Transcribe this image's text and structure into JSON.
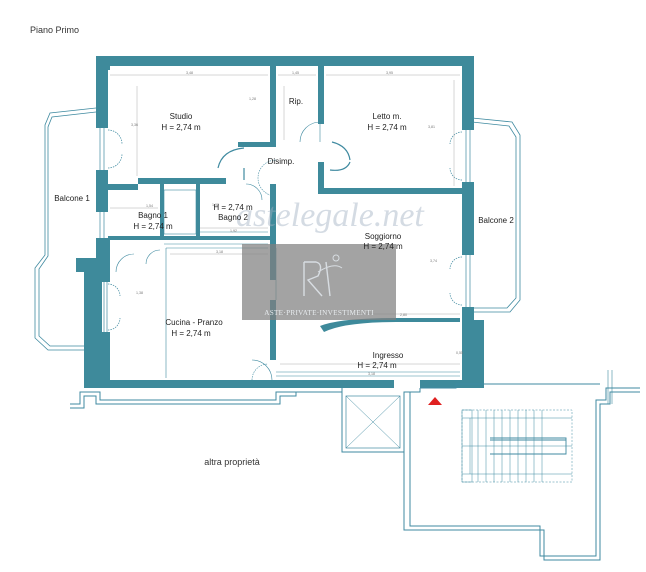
{
  "floor": {
    "title": "Piano Primo"
  },
  "rooms": {
    "studio": {
      "name": "Studio",
      "height": "H = 2,74 m"
    },
    "rip": {
      "name": "Rip."
    },
    "letto": {
      "name": "Letto m.",
      "height": "H = 2,74 m"
    },
    "disimp": {
      "name": "Disimp."
    },
    "bagno1": {
      "name": "Bagno 1",
      "height": "H = 2,74 m"
    },
    "bagno2": {
      "name": "Bagno 2",
      "height": "H = 2,74 m"
    },
    "soggiorno": {
      "name": "Soggiorno",
      "height": "H = 2,74 m"
    },
    "cucina": {
      "name": "Cucina - Pranzo",
      "height": "H = 2,74 m"
    },
    "ingresso": {
      "name": "Ingresso",
      "height": "H = 2,74 m"
    }
  },
  "balconies": {
    "left": "Balcone 1",
    "right": "Balcone 2"
  },
  "neighbor": {
    "label": "altra proprietà"
  },
  "watermark": {
    "site": "astelegale.net",
    "brand_line": "ASTE·PRIVATE·INVESTIMENTI"
  },
  "dimensions": {
    "studio_w": "3,48",
    "rip_w": "1,45",
    "letto_w": "3,95",
    "studio_h": "3,36",
    "rip_h": "1,28",
    "letto_h": "3,81",
    "bagno1_w": "1,54",
    "bagno2_w": "1,92",
    "bagno2_w2": "1,92",
    "cucina_w": "3,18",
    "soggiorno_h": "3,74",
    "cucina_h": "1,38",
    "ingresso_w": "2,80",
    "ingresso_w2": "3,18",
    "corr_h": "0,55"
  },
  "colors": {
    "wall": "#3e8a9b",
    "wall_dark": "#2d6f7f",
    "line": "#3f8aa0",
    "marker": "#e02020"
  }
}
